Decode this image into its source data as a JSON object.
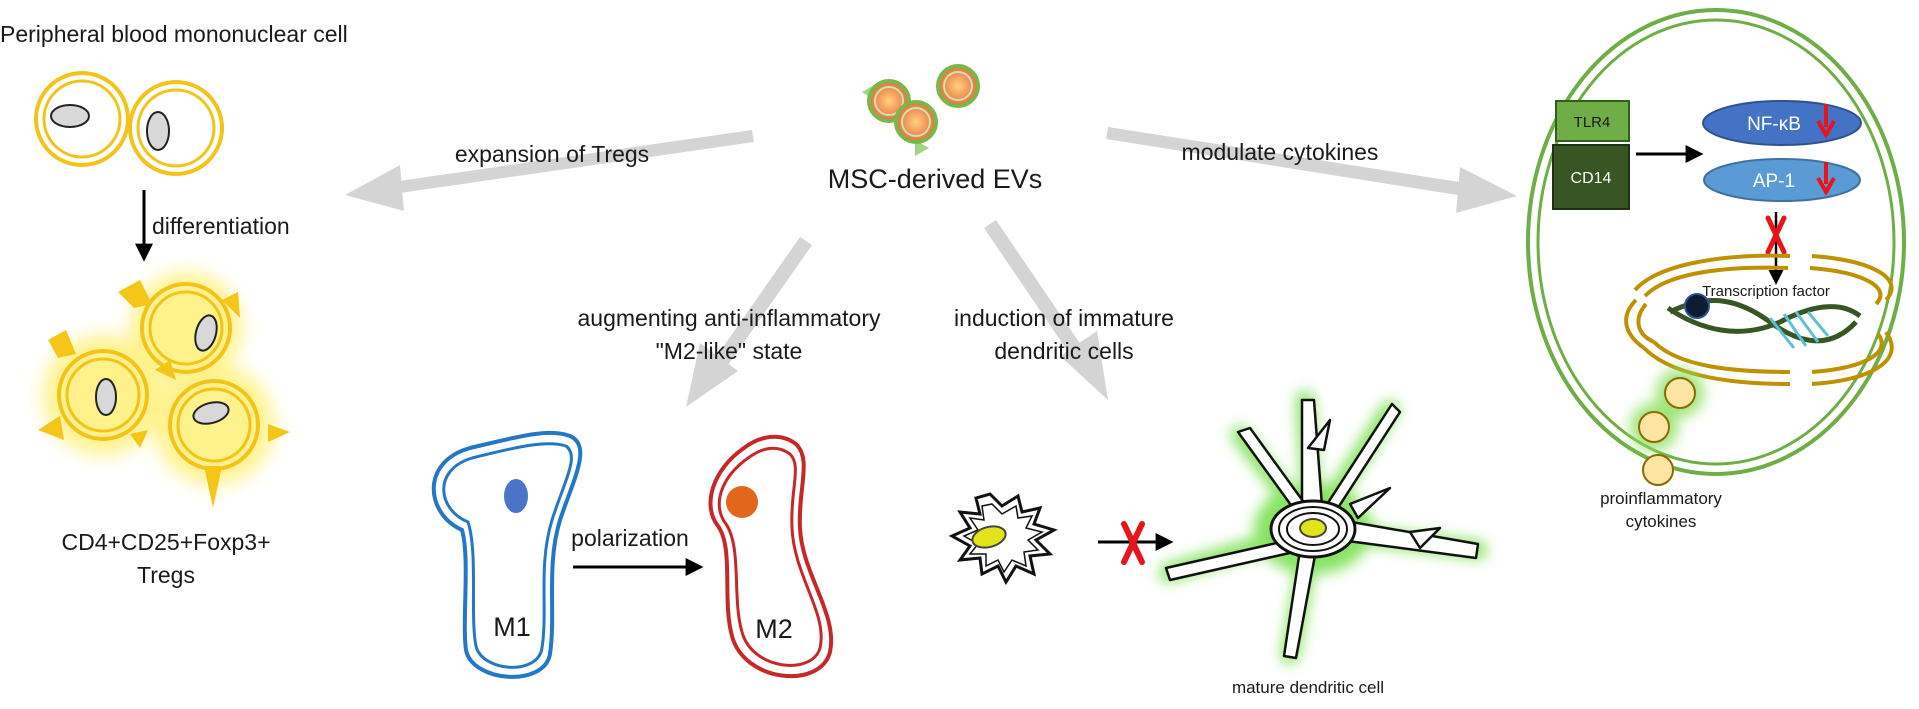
{
  "center": {
    "title": "MSC-derived EVs"
  },
  "arrows": {
    "tregs": "expansion of Tregs",
    "cytokines": "modulate cytokines",
    "m2_line1": "augmenting anti-inflammatory",
    "m2_line2": "\"M2-like\" state",
    "dc_line1": "induction of immature",
    "dc_line2": "dendritic cells"
  },
  "pbmc": {
    "title": "Peripheral blood mononuclear cell",
    "step": "differentiation",
    "result_line1": "CD4+CD25+Foxp3+",
    "result_line2": "Tregs"
  },
  "macrophage": {
    "m1": "M1",
    "m2": "M2",
    "step": "polarization"
  },
  "dendritic": {
    "mature": "mature dendritic cell"
  },
  "signaling": {
    "tlr4": "TLR4",
    "cd14": "CD14",
    "nfkb": "NF-κB",
    "ap1": "AP-1",
    "tf": "Transcription factor",
    "out_line1": "proinflammatory",
    "out_line2": "cytokines"
  },
  "colors": {
    "treg": "#f3c318",
    "treg_glow": "#ffe45c",
    "m1": "#2277c6",
    "m2": "#c62828",
    "big_arrow": "#d4d4d4",
    "cell_membrane": "#6fad47",
    "tlr4": "#6fad47",
    "cd14": "#375623",
    "nfkb": "#4472c4",
    "ap1": "#5b9bd5",
    "nucleus": "#bf9000",
    "inhibit": "#e8141b"
  }
}
